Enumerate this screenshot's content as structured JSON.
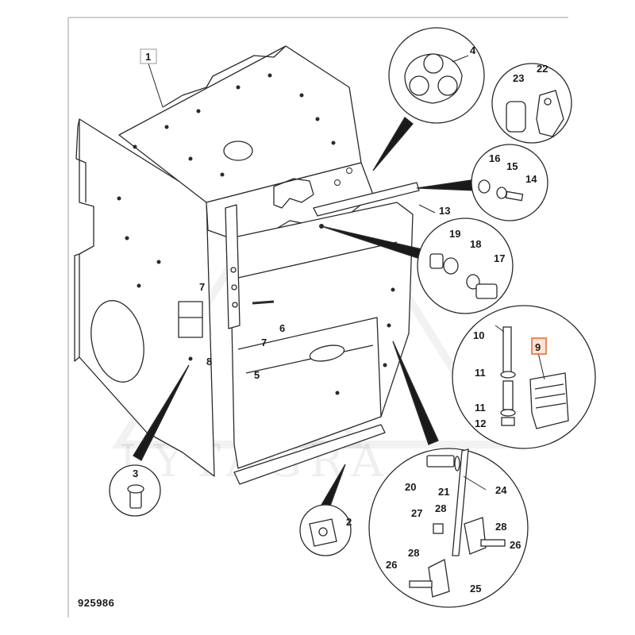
{
  "drawing_number": "925986",
  "watermark": "LYTAGRA",
  "highlighted_item": "9",
  "colors": {
    "line": "#2a2a2a",
    "highlight_fill": "#fde3d3",
    "highlight_stroke": "#e8662c"
  },
  "callouts": {
    "c1": "1",
    "c2": "2",
    "c3": "3",
    "c4": "4",
    "c5": "5",
    "c6": "6",
    "c7a": "7",
    "c7b": "7",
    "c8": "8",
    "c9": "9",
    "c10": "10",
    "c11a": "11",
    "c11b": "11",
    "c12": "12",
    "c13": "13",
    "c14": "14",
    "c15": "15",
    "c16": "16",
    "c17": "17",
    "c18": "18",
    "c19": "19",
    "c20": "20",
    "c21": "21",
    "c22": "22",
    "c23": "23",
    "c24": "24",
    "c25": "25",
    "c26a": "26",
    "c26b": "26",
    "c27": "27",
    "c28a": "28",
    "c28b": "28",
    "c28c": "28"
  }
}
